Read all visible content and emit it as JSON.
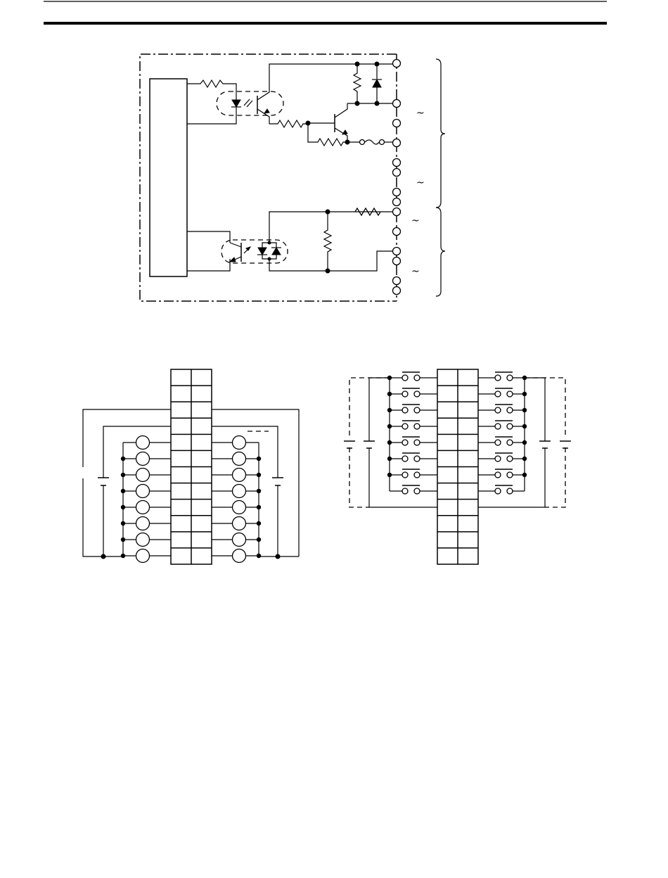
{
  "header": {
    "rule_color": "#000000"
  },
  "schematic": {
    "tilde_glyph": "~"
  },
  "output_wiring": {
    "load_rows": 8,
    "terminal_rows": 12
  },
  "input_wiring": {
    "switch_rows": 8,
    "terminal_rows": 12
  }
}
